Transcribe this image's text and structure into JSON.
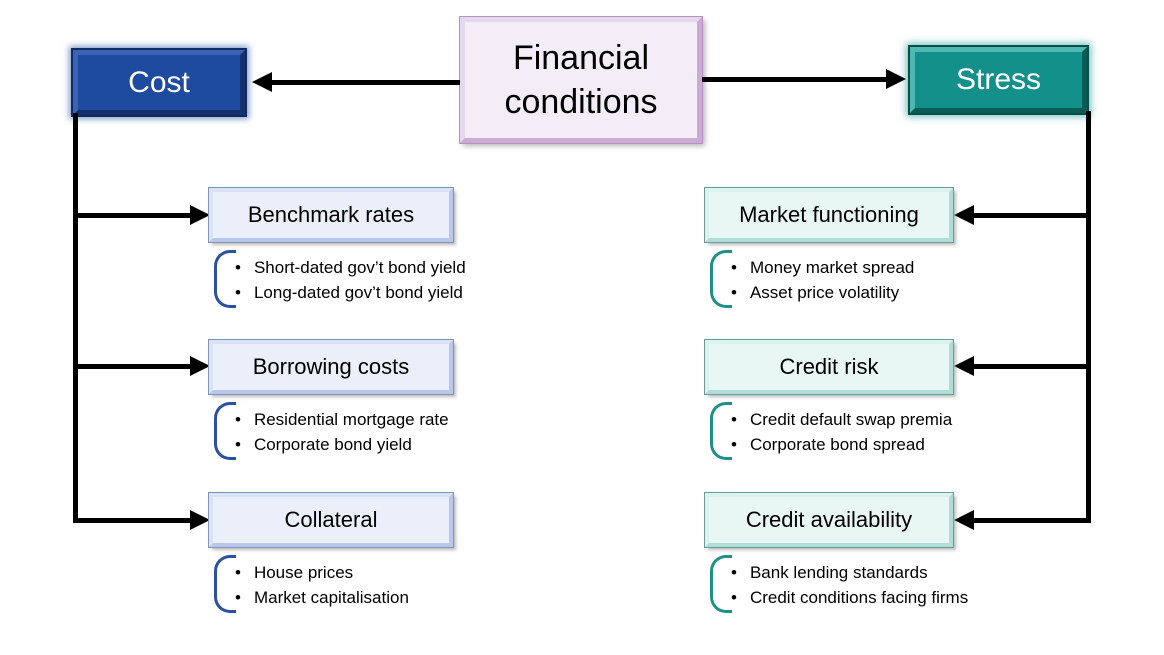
{
  "title": {
    "label": "Financial conditions"
  },
  "glyphs": {
    "bullet": "•"
  },
  "colors": {
    "cost_accent": "#1E4BA0",
    "stress_accent": "#129089",
    "title_bg": "#F3EDF7",
    "cost_panel_bg": "#EAEFF9",
    "stress_panel_bg": "#E9F7F4",
    "cost_bracket": "#2A52A0",
    "stress_bracket": "#1E9186",
    "arrow": "#000000"
  },
  "cost": {
    "label": "Cost",
    "groups": [
      {
        "heading": "Benchmark rates",
        "items": [
          "Short-dated gov’t bond yield",
          "Long-dated gov’t bond yield"
        ]
      },
      {
        "heading": "Borrowing costs",
        "items": [
          "Residential mortgage rate",
          "Corporate bond yield"
        ]
      },
      {
        "heading": "Collateral",
        "items": [
          "House prices",
          "Market capitalisation"
        ]
      }
    ]
  },
  "stress": {
    "label": "Stress",
    "groups": [
      {
        "heading": "Market functioning",
        "items": [
          "Money market spread",
          "Asset price volatility"
        ]
      },
      {
        "heading": "Credit risk",
        "items": [
          "Credit default swap premia",
          "Corporate bond spread"
        ]
      },
      {
        "heading": "Credit availability",
        "items": [
          "Bank lending standards",
          "Credit conditions facing firms"
        ]
      }
    ]
  }
}
